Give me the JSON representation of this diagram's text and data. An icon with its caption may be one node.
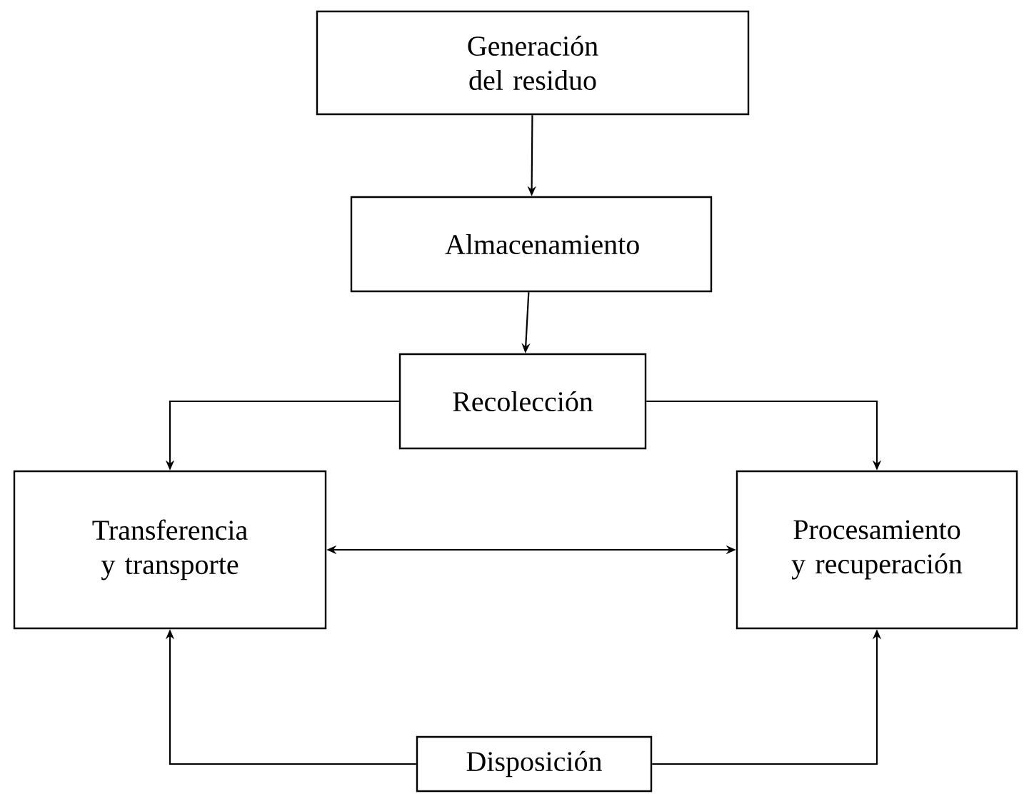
{
  "diagram": {
    "nodes": [
      {
        "text": [
          "Generación del residuo"
        ]
      },
      {
        "text": [
          "Almacenamiento"
        ]
      },
      {
        "text": [
          "Recolección"
        ]
      },
      {
        "text": [
          "Transferencia y transporte"
        ]
      },
      {
        "text": [
          "Procesamiento y recuperación"
        ]
      },
      {
        "text": [
          "Disposición"
        ]
      }
    ],
    "edges": [
      {
        "from": 0,
        "to": 1,
        "arrow": "to"
      },
      {
        "from": 1,
        "to": 2,
        "arrow": "to"
      },
      {
        "from": 2,
        "to": 3,
        "arrow": "to"
      },
      {
        "from": 2,
        "to": 4,
        "arrow": "to"
      },
      {
        "from": 3,
        "to": 4,
        "arrow": "both"
      },
      {
        "from": 5,
        "to": 3,
        "arrow": "to"
      },
      {
        "from": 5,
        "to": 4,
        "arrow": "to"
      }
    ]
  }
}
